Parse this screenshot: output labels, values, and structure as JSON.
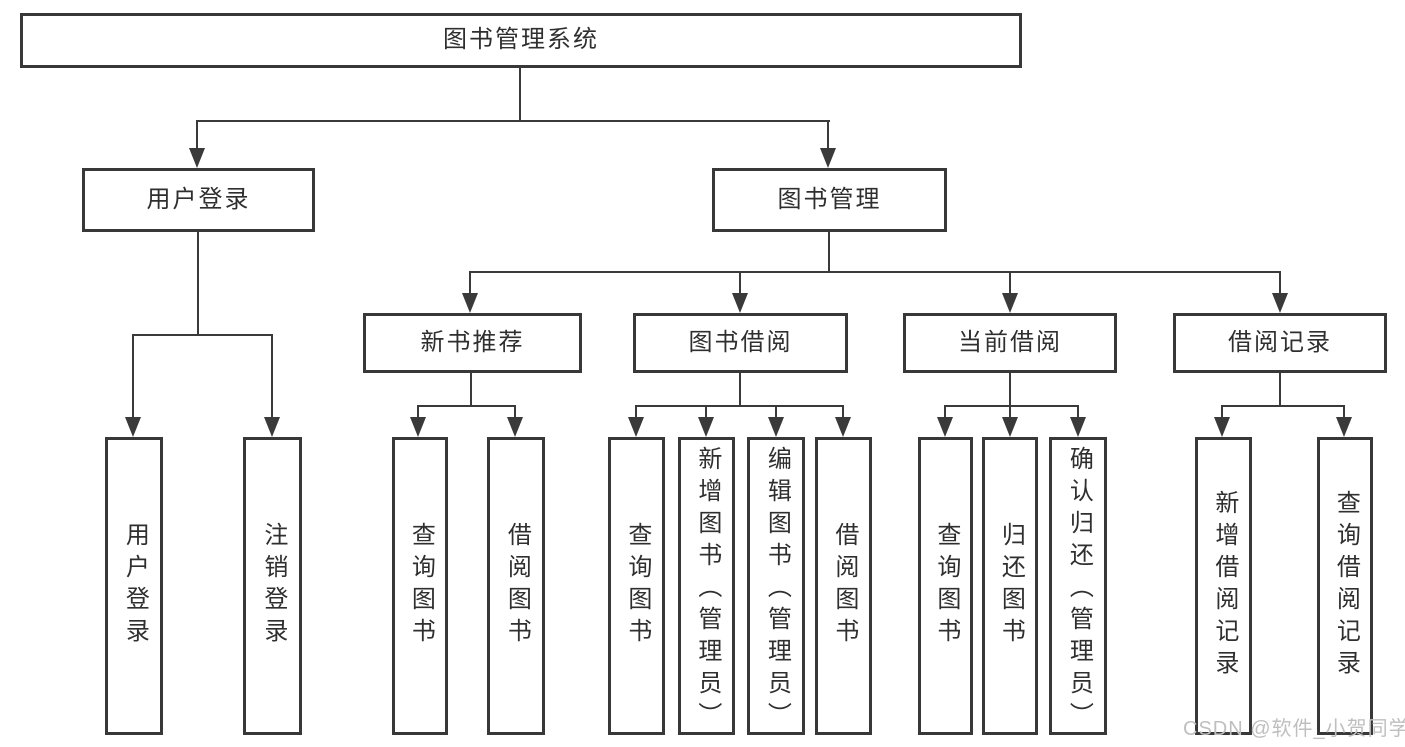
{
  "tree": {
    "label": "图书管理系统",
    "children": [
      {
        "label": "用户登录",
        "children": [
          {
            "label": "用户登录"
          },
          {
            "label": "注销登录"
          }
        ]
      },
      {
        "label": "图书管理",
        "children": [
          {
            "label": "新书推荐",
            "children": [
              {
                "label": "查询图书"
              },
              {
                "label": "借阅图书"
              }
            ]
          },
          {
            "label": "图书借阅",
            "children": [
              {
                "label": "查询图书"
              },
              {
                "label": "新增图书（管理员）"
              },
              {
                "label": "编辑图书（管理员）"
              },
              {
                "label": "借阅图书"
              }
            ]
          },
          {
            "label": "当前借阅",
            "children": [
              {
                "label": "查询图书"
              },
              {
                "label": "归还图书"
              },
              {
                "label": "确认归还（管理员）"
              }
            ]
          },
          {
            "label": "借阅记录",
            "children": [
              {
                "label": "新增借阅记录"
              },
              {
                "label": "查询借阅记录"
              }
            ]
          }
        ]
      }
    ]
  },
  "watermark": {
    "text": "CSDN @软件_小贺同学"
  },
  "colors": {
    "line": "#3a3a3a",
    "border": "#383838",
    "text": "#2f2f2f",
    "background": "#ffffff",
    "watermark": "#bfbfbf"
  }
}
